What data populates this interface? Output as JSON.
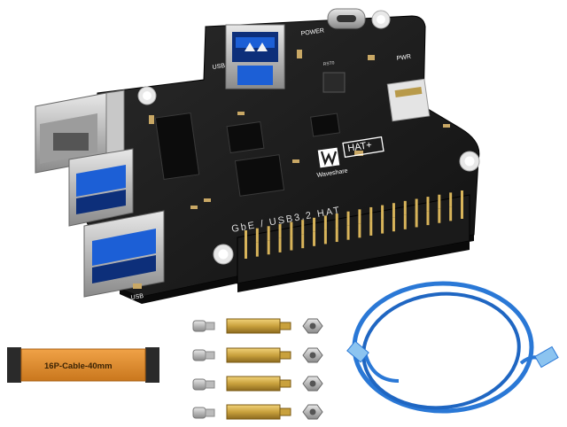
{
  "board": {
    "brand": "Waveshare",
    "hat_label": "HAT+",
    "power_label": "POWER",
    "pwr_label": "PWR",
    "usb_label_top": "USB",
    "usb_label_bottom": "USB",
    "gbe_label": "GbE / USB3.2 HAT",
    "chip_marking": "RST0"
  },
  "accessories": {
    "ffc_cable_label": "16P-Cable-40mm",
    "standoff_count": 4,
    "screw_count": 4,
    "nut_count": 4
  },
  "colors": {
    "pcb": "#1b1b1b",
    "usb_blue": "#1c5fd6",
    "brass": "#c9a13d",
    "ffc_orange": "#d9892a",
    "ethernet_cable": "#2a78d6"
  }
}
